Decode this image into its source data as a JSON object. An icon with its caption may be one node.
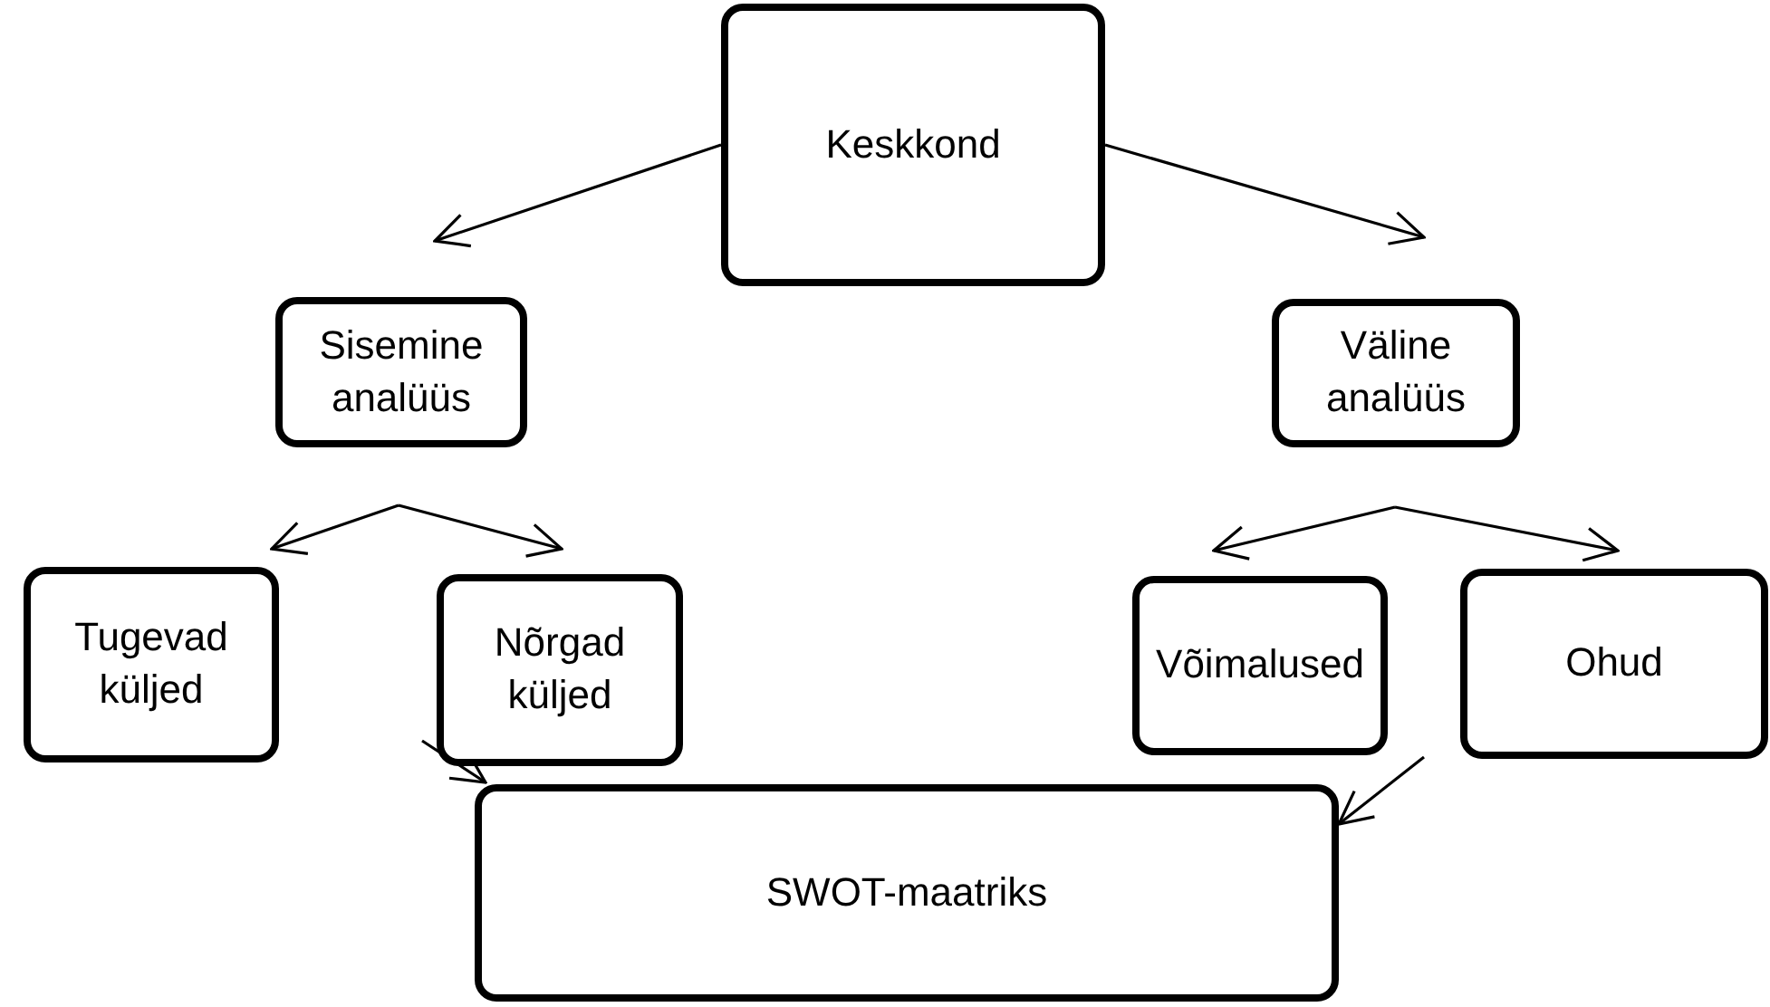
{
  "diagram": {
    "nodes": [
      {
        "text": [
          "Keskkond"
        ]
      },
      {
        "text": [
          "Sisemine analüüs"
        ]
      },
      {
        "text": [
          "Väline analüüs"
        ]
      },
      {
        "text": [
          "Tugevad küljed"
        ]
      },
      {
        "text": [
          "Nõrgad küljed"
        ]
      },
      {
        "text": [
          "Võimalused"
        ]
      },
      {
        "text": [
          "Ohud"
        ]
      },
      {
        "text": [
          "SWOT-maatriks"
        ]
      }
    ],
    "edges": [
      {
        "from": 0,
        "to": 1,
        "arrow": "to"
      },
      {
        "from": 0,
        "to": 2,
        "arrow": "to"
      },
      {
        "from": 1,
        "to": 3,
        "arrow": "to"
      },
      {
        "from": 1,
        "to": 4,
        "arrow": "to"
      },
      {
        "from": 2,
        "to": 5,
        "arrow": "to"
      },
      {
        "from": 2,
        "to": 6,
        "arrow": "to"
      },
      {
        "from": 4,
        "to": 7,
        "arrow": "to"
      },
      {
        "from": 6,
        "to": 7,
        "arrow": "to"
      }
    ]
  }
}
